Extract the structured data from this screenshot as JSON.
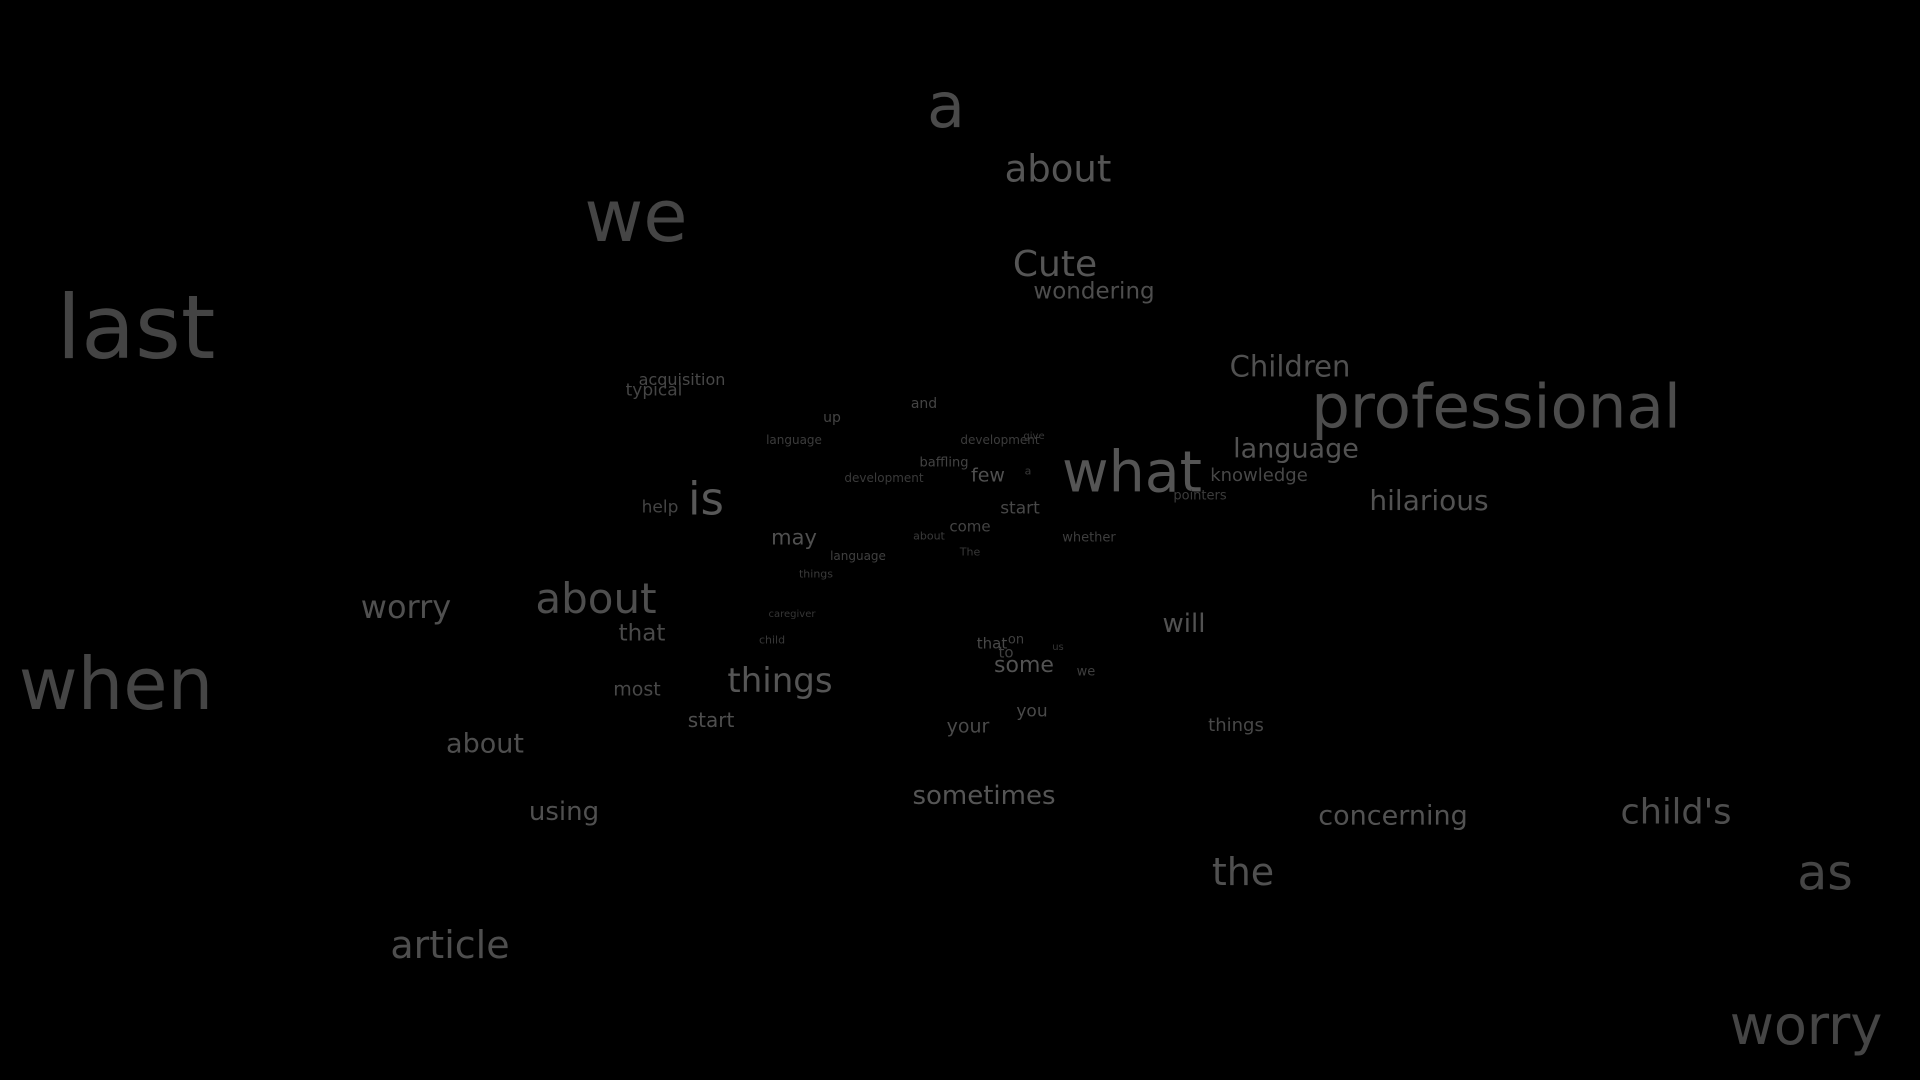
{
  "words": [
    {
      "text": "a",
      "color": "#4a4a4a"
    },
    {
      "text": "about",
      "color": "#555555"
    },
    {
      "text": "we",
      "color": "#454545"
    },
    {
      "text": "Cute",
      "color": "#555555"
    },
    {
      "text": "wondering",
      "color": "#4e4e4e"
    },
    {
      "text": "last",
      "color": "#444444"
    },
    {
      "text": "Children",
      "color": "#505050"
    },
    {
      "text": "professional",
      "color": "#4c4c4c"
    },
    {
      "text": "acquisition",
      "color": "#484848"
    },
    {
      "text": "typical",
      "color": "#454545"
    },
    {
      "text": "up",
      "color": "#444444"
    },
    {
      "text": "and",
      "color": "#444444"
    },
    {
      "text": "language",
      "color": "#3c3c3c"
    },
    {
      "text": "development",
      "color": "#3c3c3c"
    },
    {
      "text": "give",
      "color": "#383838"
    },
    {
      "text": "language",
      "color": "#525252"
    },
    {
      "text": "baffling",
      "color": "#434343"
    },
    {
      "text": "few",
      "color": "#505050"
    },
    {
      "text": "a",
      "color": "#383838"
    },
    {
      "text": "what",
      "color": "#555555"
    },
    {
      "text": "development",
      "color": "#3a3a3a"
    },
    {
      "text": "knowledge",
      "color": "#484848"
    },
    {
      "text": "pointers",
      "color": "#3c3c3c"
    },
    {
      "text": "hilarious",
      "color": "#525252"
    },
    {
      "text": "help",
      "color": "#444444"
    },
    {
      "text": "is",
      "color": "#585858"
    },
    {
      "text": "start",
      "color": "#484848"
    },
    {
      "text": "may",
      "color": "#505050"
    },
    {
      "text": "come",
      "color": "#444444"
    },
    {
      "text": "about",
      "color": "#3a3a3a"
    },
    {
      "text": "whether",
      "color": "#3e3e3e"
    },
    {
      "text": "language",
      "color": "#404040"
    },
    {
      "text": "The",
      "color": "#383838"
    },
    {
      "text": "things",
      "color": "#3a3a3a"
    },
    {
      "text": "worry",
      "color": "#505050"
    },
    {
      "text": "about",
      "color": "#4e4e4e"
    },
    {
      "text": "caregiver",
      "color": "#363636"
    },
    {
      "text": "that",
      "color": "#4a4a4a"
    },
    {
      "text": "child",
      "color": "#383838"
    },
    {
      "text": "will",
      "color": "#525252"
    },
    {
      "text": "that",
      "color": "#484848"
    },
    {
      "text": "on",
      "color": "#404040"
    },
    {
      "text": "to",
      "color": "#404040"
    },
    {
      "text": "us",
      "color": "#363636"
    },
    {
      "text": "some",
      "color": "#525252"
    },
    {
      "text": "we",
      "color": "#3e3e3e"
    },
    {
      "text": "when",
      "color": "#454545"
    },
    {
      "text": "things",
      "color": "#555555"
    },
    {
      "text": "most",
      "color": "#484848"
    },
    {
      "text": "start",
      "color": "#4e4e4e"
    },
    {
      "text": "you",
      "color": "#4a4a4a"
    },
    {
      "text": "your",
      "color": "#4a4a4a"
    },
    {
      "text": "things",
      "color": "#484848"
    },
    {
      "text": "about",
      "color": "#4e4e4e"
    },
    {
      "text": "sometimes",
      "color": "#555555"
    },
    {
      "text": "using",
      "color": "#505050"
    },
    {
      "text": "concerning",
      "color": "#525252"
    },
    {
      "text": "child's",
      "color": "#4e4e4e"
    },
    {
      "text": "the",
      "color": "#505050"
    },
    {
      "text": "as",
      "color": "#454545"
    },
    {
      "text": "article",
      "color": "#4e4e4e"
    },
    {
      "text": "worry",
      "color": "#454545"
    }
  ]
}
